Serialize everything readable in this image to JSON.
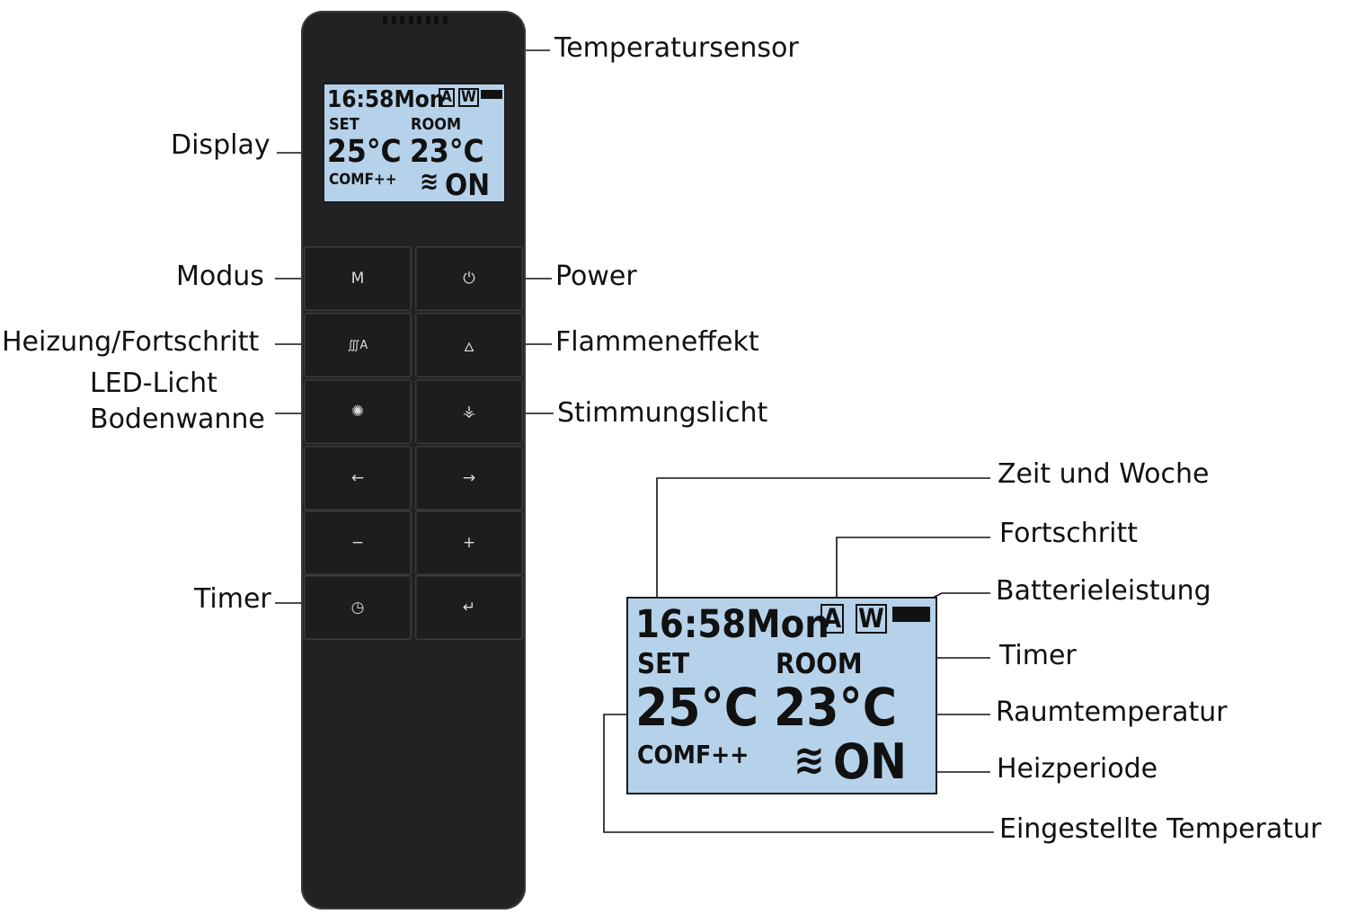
{
  "labels": {
    "temperatursensor": "Temperatursensor",
    "display": "Display",
    "modus": "Modus",
    "power": "Power",
    "heizung": "Heizung/Fortschritt",
    "flammeneffekt": "Flammeneffekt",
    "led_line1": "LED-Licht",
    "led_line2": "Bodenwanne",
    "stimmungslicht": "Stimmungslicht",
    "timer_left": "Timer",
    "zeit_woche": "Zeit und Woche",
    "fortschritt": "Fortschritt",
    "batterie": "Batterieleistung",
    "timer_right": "Timer",
    "raumtemperatur": "Raumtemperatur",
    "heizperiode": "Heizperiode",
    "eingestellte": "Eingestellte Temperatur"
  },
  "display": {
    "time_day": "16:58Mon",
    "tag_a": "A",
    "tag_w": "W",
    "set_label": "SET",
    "room_label": "ROOM",
    "set_temp": "25°C",
    "room_temp": "23°C",
    "mode": "COMF++",
    "heat_symbol": "≋",
    "status": "ON"
  },
  "buttons": {
    "mode": "M",
    "power": "⏻",
    "heat": "∭A",
    "flame": "🜂",
    "led": "✺",
    "mood": "⚶",
    "left": "←",
    "right": "→",
    "minus": "−",
    "plus": "+",
    "timer": "◷",
    "enter": "↵"
  },
  "colors": {
    "remote_body": "#222224",
    "lcd_background": "#b6d2ea"
  }
}
